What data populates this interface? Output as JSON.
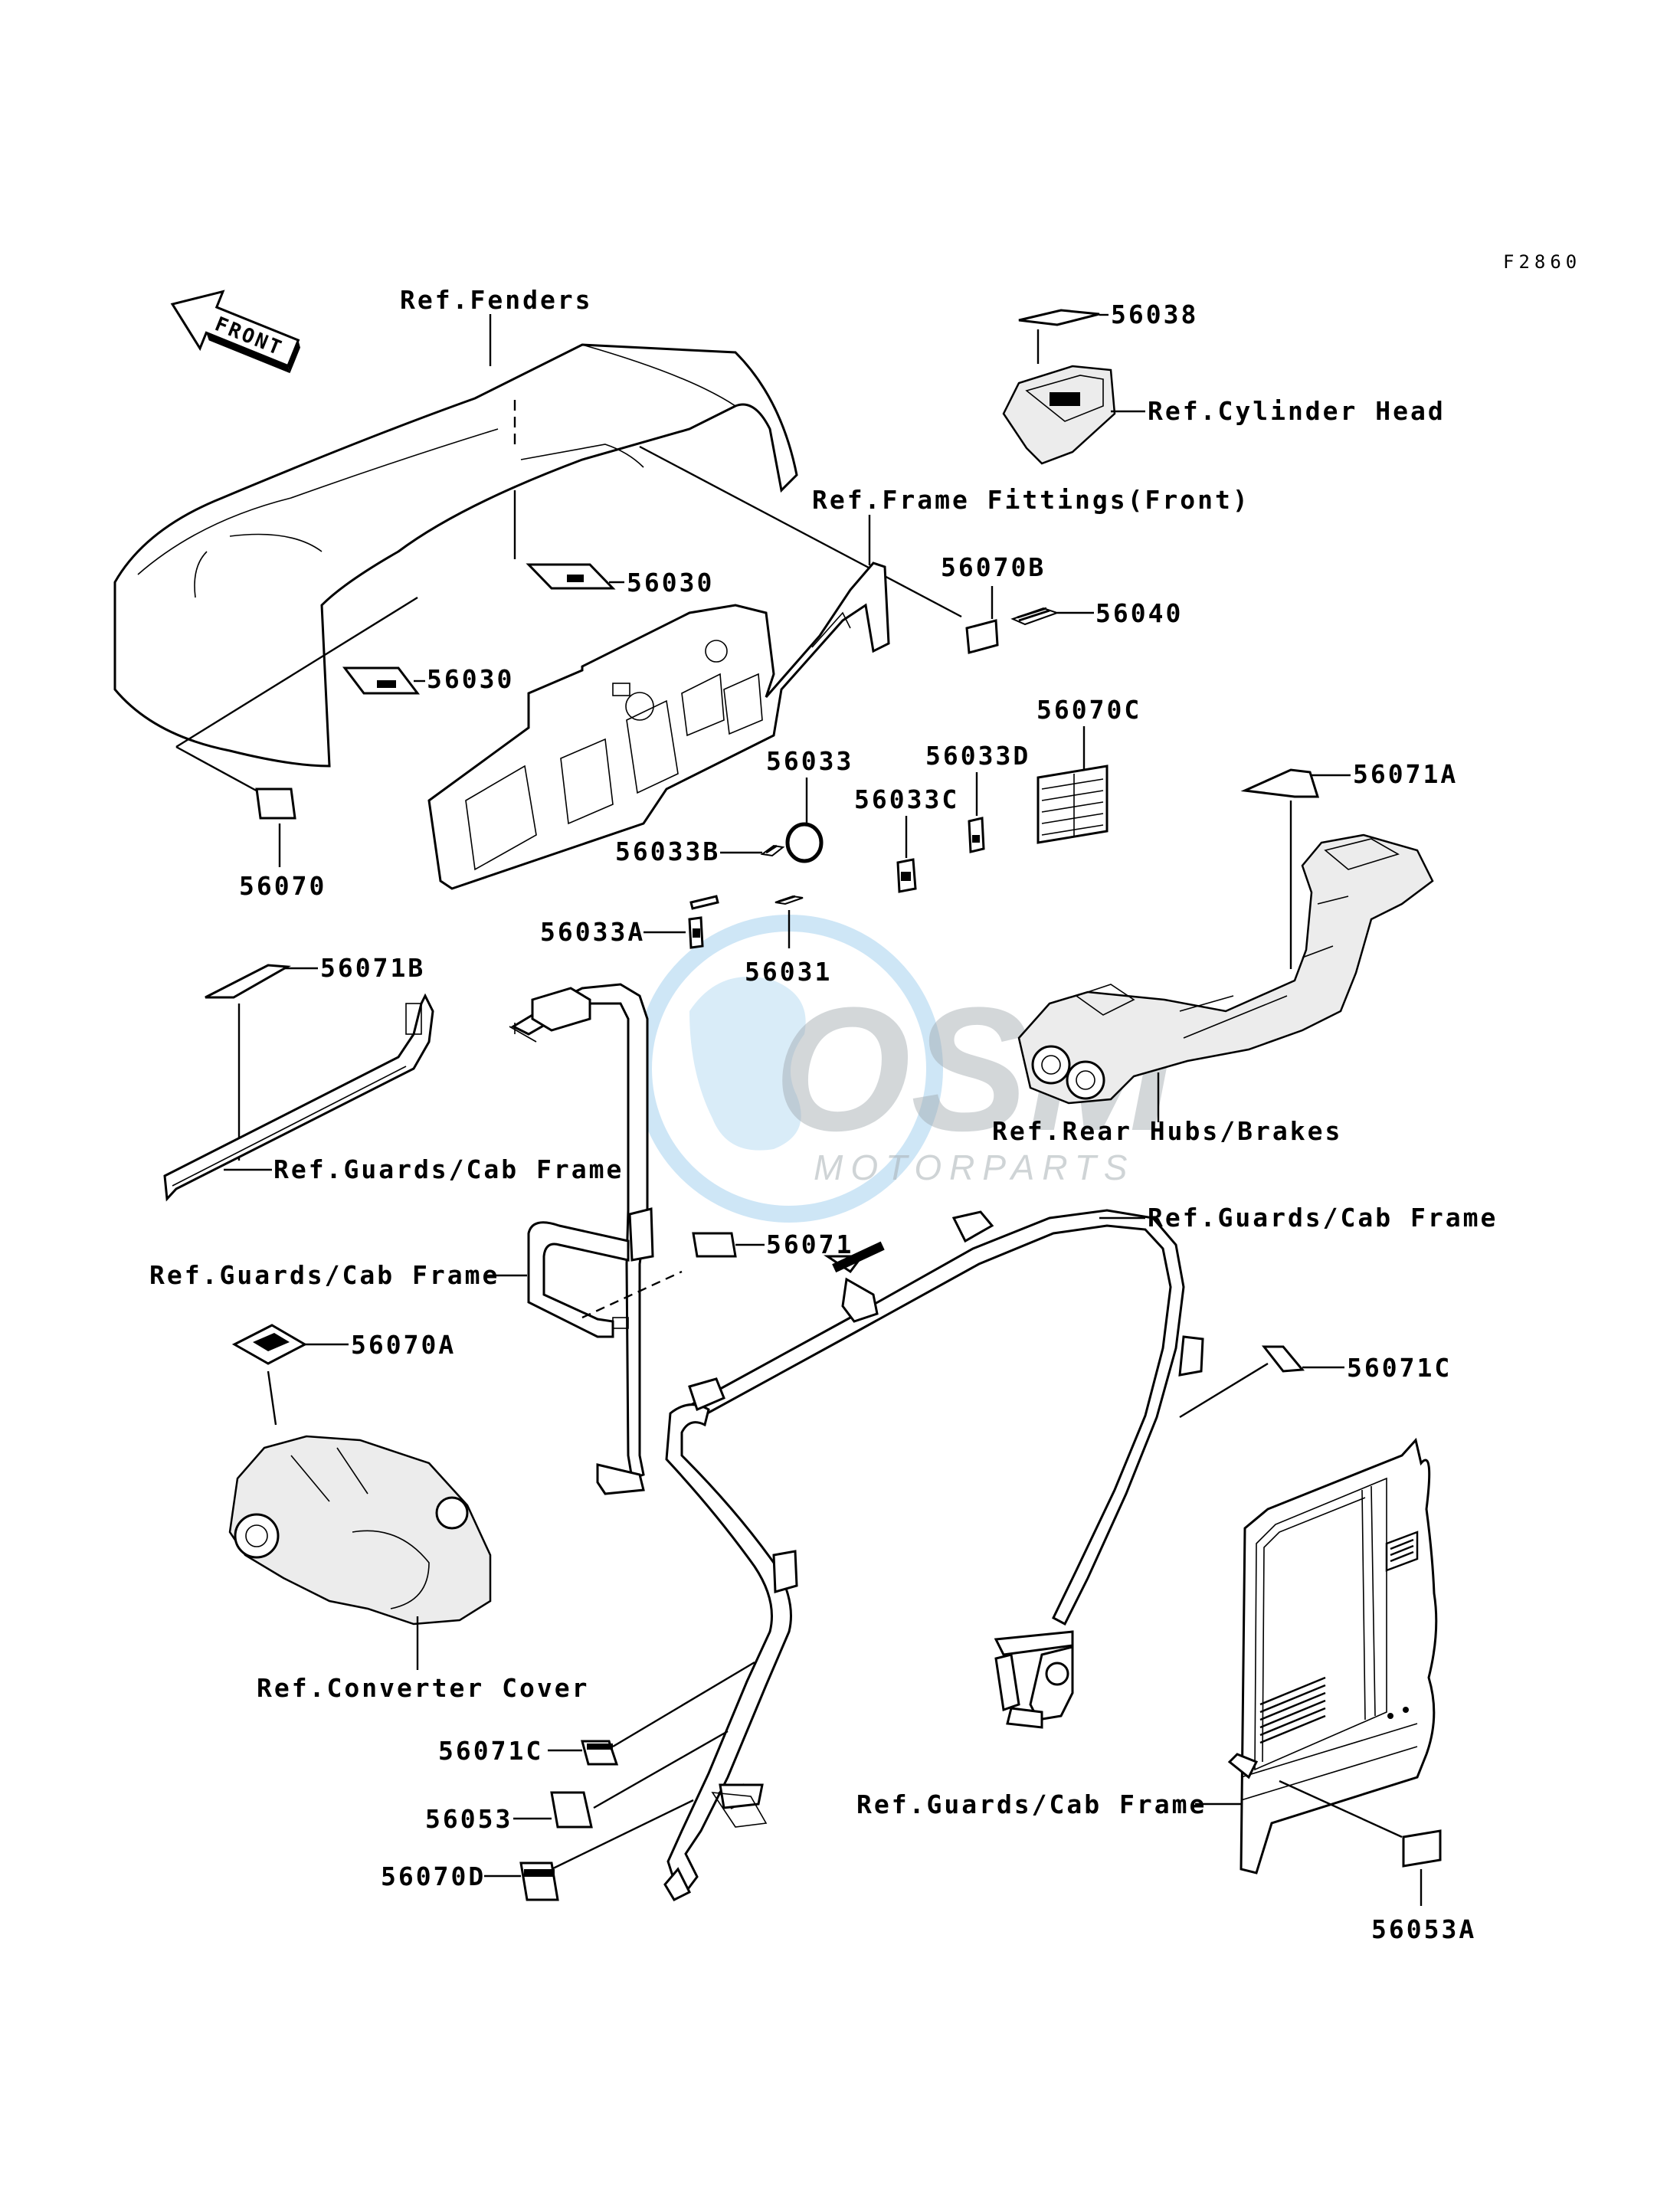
{
  "figure_code": "F2860",
  "front_arrow": "FRONT",
  "watermark": {
    "logo_text": "OSM",
    "subtitle": "MOTORPARTS"
  },
  "refs": {
    "fenders": "Ref.Fenders",
    "cylinder_head": "Ref.Cylinder Head",
    "frame_fittings_front": "Ref.Frame Fittings(Front)",
    "rear_hubs_brakes": "Ref.Rear Hubs/Brakes",
    "guards_cab_frame_1": "Ref.Guards/Cab Frame",
    "guards_cab_frame_2": "Ref.Guards/Cab Frame",
    "guards_cab_frame_3": "Ref.Guards/Cab Frame",
    "guards_cab_frame_4": "Ref.Guards/Cab Frame",
    "converter_cover": "Ref.Converter Cover"
  },
  "parts": {
    "p56038": "56038",
    "p56030a": "56030",
    "p56030b": "56030",
    "p56070": "56070",
    "p56070B": "56070B",
    "p56040": "56040",
    "p56070C": "56070C",
    "p56033": "56033",
    "p56033D": "56033D",
    "p56033C": "56033C",
    "p56033B": "56033B",
    "p56033A": "56033A",
    "p56031": "56031",
    "p56071A": "56071A",
    "p56071B": "56071B",
    "p56071": "56071",
    "p56070A": "56070A",
    "p56071C_right": "56071C",
    "p56071C_left": "56071C",
    "p56053": "56053",
    "p56070D": "56070D",
    "p56053A": "56053A"
  }
}
